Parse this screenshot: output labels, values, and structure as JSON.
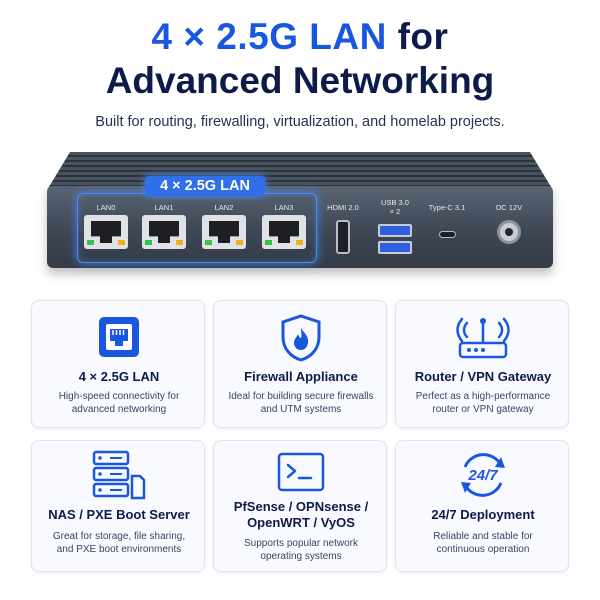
{
  "headline": {
    "line1_accent": "4 × 2.5G LAN",
    "line1_rest": "for",
    "line2": "Advanced Networking",
    "subtitle": "Built for routing, firewalling, virtualization, and homelab projects."
  },
  "device": {
    "lan_badge": "4 × 2.5G LAN",
    "ports": [
      "LAN0",
      "LAN1",
      "LAN2",
      "LAN3"
    ],
    "hdmi_label": "HDMI 2.0",
    "usb_label_line1": "USB 3.0",
    "usb_label_line2": "× 2",
    "typec_label": "Type-C 3.1",
    "dc_label": "DC 12V"
  },
  "cards": [
    {
      "icon": "ethernet-port-icon",
      "title": "4 × 2.5G LAN",
      "desc": "High-speed connectivity for advanced networking"
    },
    {
      "icon": "firewall-shield-icon",
      "title": "Firewall Appliance",
      "desc": "Ideal for building secure firewalls and UTM systems"
    },
    {
      "icon": "router-icon",
      "title": "Router / VPN Gateway",
      "desc": "Perfect as a high-performance router or VPN gateway"
    },
    {
      "icon": "server-storage-icon",
      "title": "NAS / PXE Boot Server",
      "desc": "Great for storage, file sharing, and PXE boot environments"
    },
    {
      "icon": "terminal-icon",
      "title_line1": "PfSense / OPNsense /",
      "title_line2": "OpenWRT / VyOS",
      "desc": "Supports popular network operating systems"
    },
    {
      "icon": "clock-24-7-icon",
      "icon_text": "24/7",
      "title": "24/7 Deployment",
      "desc": "Reliable and stable for continuous operation"
    }
  ],
  "colors": {
    "accent": "#1a57e0",
    "navy": "#0d1b4a",
    "chassis": "#3c4552"
  }
}
